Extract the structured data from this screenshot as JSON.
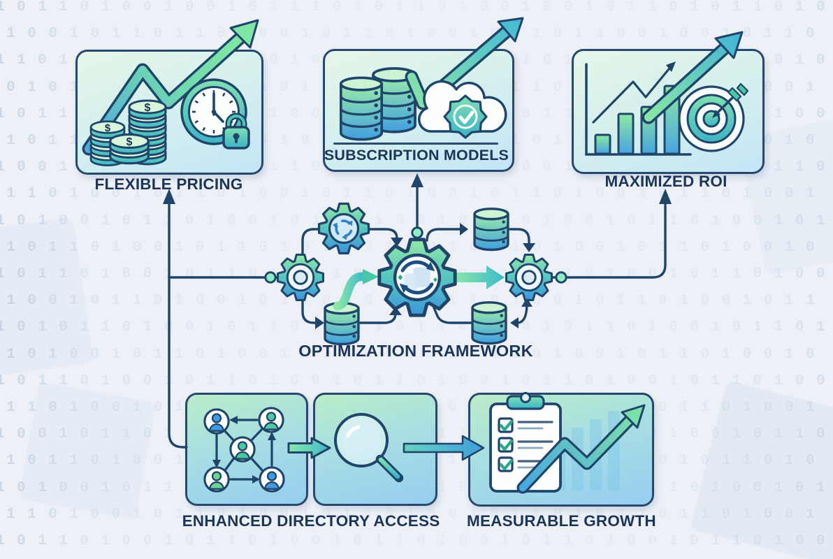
{
  "labels": {
    "flexible_pricing": "FLEXIBLE PRICING",
    "subscription_models": "SUBSCRIPTION MODELS",
    "maximized_roi": "MAXIMIZED ROI",
    "optimization_framework": "OPTIMIZATION FRAMEWORK",
    "enhanced_directory_access": "ENHANCED DIRECTORY ACCESS",
    "measurable_growth": "MEASURABLE GROWTH"
  },
  "icons": {
    "dollar": "$"
  },
  "palette": {
    "outline_navy": "#20456b",
    "text_navy": "#1d3557",
    "green": "#8ee9a0",
    "teal": "#3db4c6",
    "blue": "#3f9fdc",
    "dot_green": "#8deec6",
    "background": "#edf1f7",
    "binary_digits": "#9fb6d2"
  },
  "background": {
    "binary_rows": [
      "1011010010010111010110100100101101011010",
      "0100101101101001011010010110110010010110",
      "1101001011010010110100101101001011010010",
      "0010110100101101001011010110100101101001",
      "1011010010110100101101001011010010110100",
      "0101101001011010010110100101101001011010",
      "1001011010010110100101101001011010010110",
      "0110100101101001011010010110100101101001",
      "1010010110100101101001011010010110100101",
      "0101101001011010110100101101001011010010",
      "1011010010110100101101001011010010110100",
      "0100101101001011010010110100101101001011",
      "1010110100101101001011010010110100101101",
      "0101001011010010110100101101001011010010",
      "1011010010110100101101001011010010110100",
      "0110100101101001011010010110100101101001",
      "1001011010010110100101101001011010010110",
      "0101101001011010010110100101101001011010",
      "1010010110100101101001011010010110100101",
      "0110100101101001011010010110100101101001",
      "1011010010110100101101001011010010110100"
    ]
  }
}
